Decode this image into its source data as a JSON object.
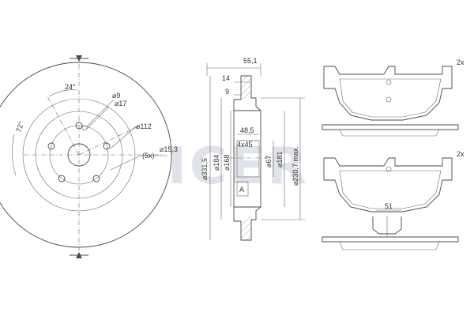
{
  "watermark": "ICER",
  "disc_front": {
    "angle_small": "24°",
    "angle_large": "72°",
    "d_hole_small": "9",
    "d_hole_mid": "17",
    "pcd": "112",
    "bolts": "(5x)",
    "d_bolt": "15,3"
  },
  "disc_section": {
    "width_total": "55,1",
    "thickness": "14",
    "offset": "9",
    "hub_height": "48,5",
    "chamfer": "4x45",
    "d_outer": "331,5",
    "d_184": "184",
    "d_168": "168",
    "d_67": "67",
    "d_181": "181",
    "d_max": "230,7 max.",
    "marker": "A"
  },
  "pads": {
    "qty_top": "2x",
    "qty_bottom": "2x",
    "width_dim": "51"
  }
}
